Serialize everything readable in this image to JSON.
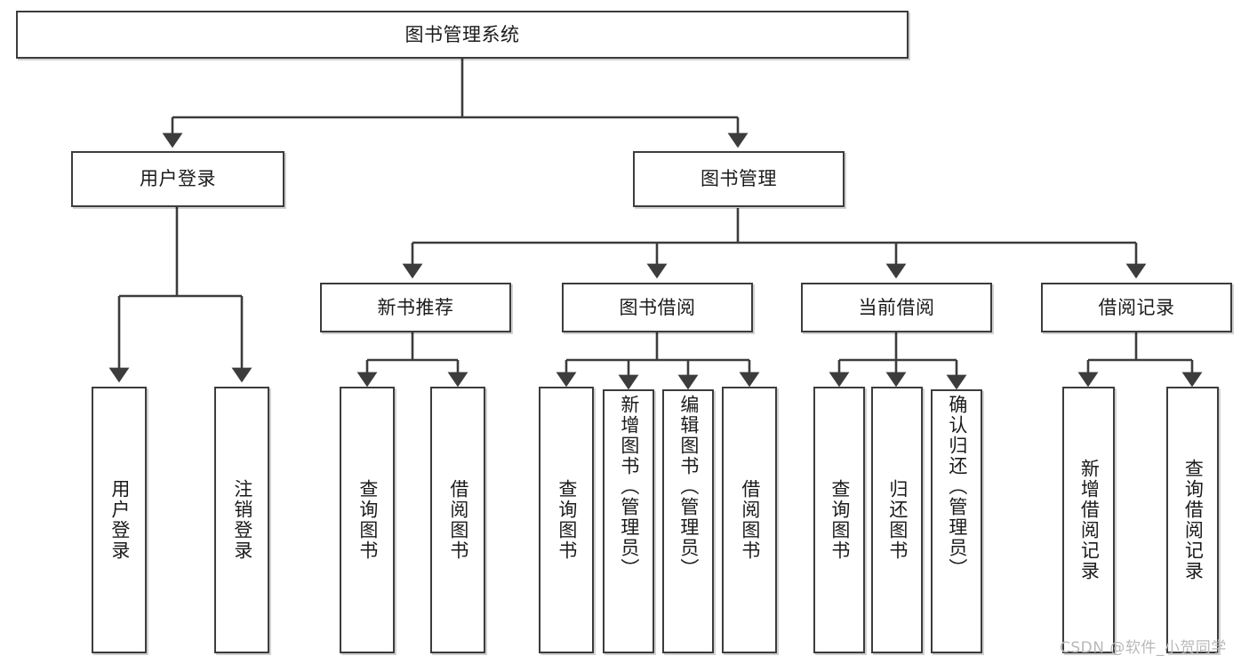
{
  "diagram": {
    "title": "图书管理系统",
    "root": {
      "label": "图书管理系统"
    },
    "level2": [
      {
        "label": "用户登录"
      },
      {
        "label": "图书管理"
      }
    ],
    "level3": [
      {
        "label": "新书推荐"
      },
      {
        "label": "图书借阅"
      },
      {
        "label": "当前借阅"
      },
      {
        "label": "借阅记录"
      }
    ],
    "leaves": {
      "user_login": [
        {
          "label": "用户登录"
        },
        {
          "label": "注销登录"
        }
      ],
      "new_book_recommend": [
        {
          "label": "查询图书"
        },
        {
          "label": "借阅图书"
        }
      ],
      "book_borrow": [
        {
          "label": "查询图书"
        },
        {
          "label": "新增图书（管理员）"
        },
        {
          "label": "编辑图书（管理员）"
        },
        {
          "label": "借阅图书"
        }
      ],
      "current_borrow": [
        {
          "label": "查询图书"
        },
        {
          "label": "归还图书"
        },
        {
          "label": "确认归还（管理员）"
        }
      ],
      "borrow_record": [
        {
          "label": "新增借阅记录"
        },
        {
          "label": "查询借阅记录"
        }
      ]
    }
  },
  "watermark": {
    "text": "CSDN @软件_小贺同学"
  },
  "colors": {
    "border": "#3c3c3c",
    "fill": "#ffffff",
    "text": "#1b1b1b",
    "watermark": "#b9b9b9"
  }
}
